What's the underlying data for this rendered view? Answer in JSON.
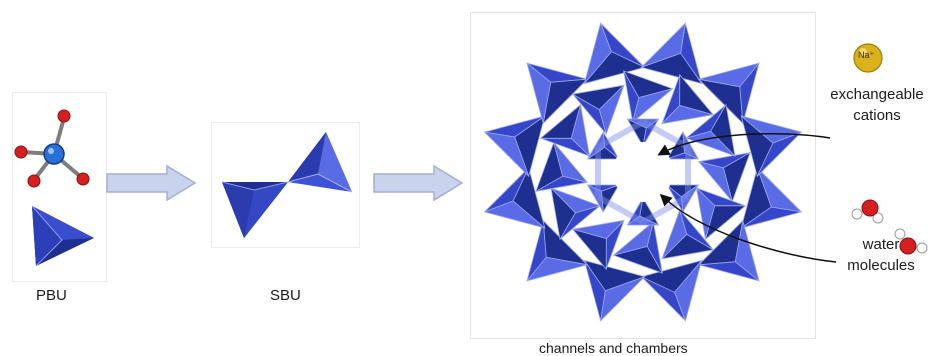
{
  "labels": {
    "pbu": "PBU",
    "sbu": "SBU",
    "framework": "channels and chambers",
    "cations": "exchangeable cations",
    "water": "water molecules",
    "sodium": "Na⁺"
  },
  "icons": [
    "metal-oxide-ball-and-stick-icon",
    "tetrahedron-icon",
    "block-arrow-icon",
    "sodium-ion-icon",
    "water-molecule-icon"
  ],
  "colors": {
    "tetra_dark": "#1f2f8f",
    "tetra_mid": "#3546c9",
    "tetra_light": "#5a6be6",
    "arrow_fill": "#c9d3ec",
    "oxygen": "#d42020",
    "metal": "#2a6fd8",
    "sodium": "#d9b21c"
  }
}
